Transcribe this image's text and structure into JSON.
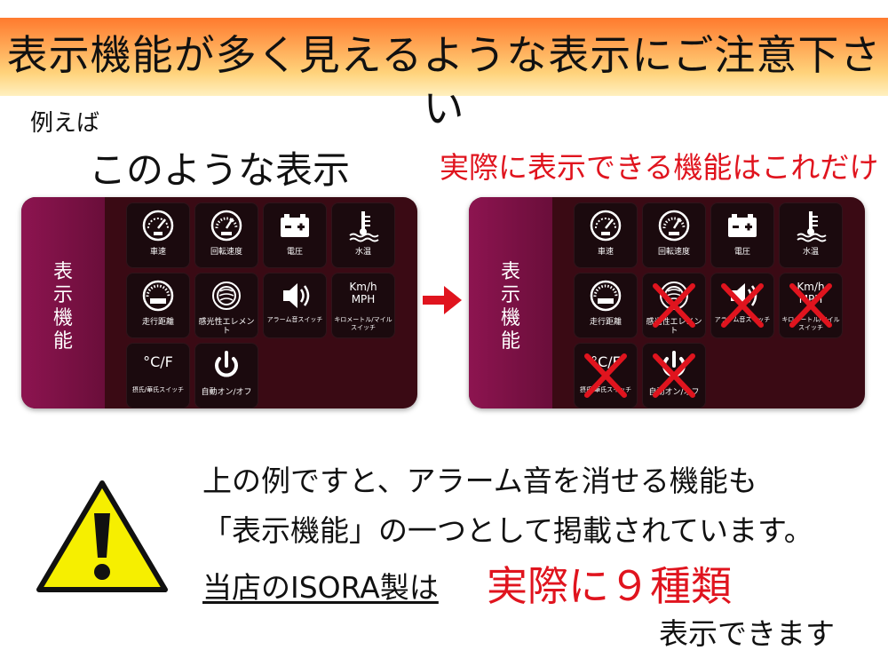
{
  "banner": {
    "title": "表示機能が多く見えるような表示にご注意下さい"
  },
  "labels": {
    "example": "例えば",
    "display_like_this": "このような表示",
    "actual_only": "実際に表示できる機能はこれだけ"
  },
  "panel": {
    "side_label": "表示機能",
    "tiles": [
      {
        "caption": "車速",
        "icon": "speedometer-icon"
      },
      {
        "caption": "回転速度",
        "icon": "tachometer-icon"
      },
      {
        "caption": "電圧",
        "icon": "battery-icon"
      },
      {
        "caption": "水温",
        "icon": "coolant-temp-icon"
      },
      {
        "caption": "走行距離",
        "icon": "odometer-icon"
      },
      {
        "caption": "感光性エレメント",
        "icon": "sensor-icon"
      },
      {
        "caption": "アラーム音スイッチ",
        "icon": "speaker-icon"
      },
      {
        "caption": "キロメートル/マイルスイッチ",
        "icon": "unit-switch-icon",
        "glyph_text": "Km/h\nMPH"
      },
      {
        "caption": "摂氏/華氏スイッチ",
        "icon": "temp-unit-icon",
        "glyph_text": "°C/F"
      },
      {
        "caption": "自動オン/オフ",
        "icon": "power-icon"
      }
    ],
    "crossed_out_indices": [
      5,
      6,
      7,
      8,
      9
    ]
  },
  "message": {
    "line1": "上の例ですと、アラーム音を消せる機能も",
    "line2": "「表示機能」の一つとして掲載されています。",
    "store": "当店のISORA製は",
    "actual_nine": "実際に９種類",
    "can_display": "表示できます"
  },
  "colors": {
    "accent_red": "#e0141e",
    "panel_bg": "#3a0a14",
    "panel_side": "#8d1450",
    "warning_yellow": "#f6ef00"
  }
}
